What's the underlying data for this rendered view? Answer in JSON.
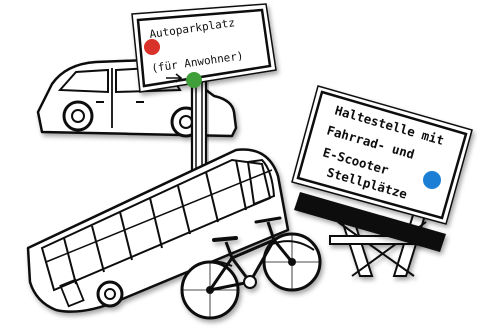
{
  "parking_sign": {
    "line1": "Autoparkplatz",
    "line2": "(für Anwohner)",
    "red_dot_color": "#d9312b",
    "green_dot_color": "#3f9e3a"
  },
  "stop_sign": {
    "line1": "Haltestelle mit",
    "line2": "Fahrrad- und",
    "line3": "E-Scooter",
    "line4": "Stellplätze",
    "blue_dot_color": "#1f7fd6"
  },
  "icons": {
    "car": "car-icon",
    "bus": "bus-icon",
    "bicycle": "bicycle-icon",
    "parking_sign": "signpost-icon",
    "stop_board": "billboard-icon"
  },
  "ink_color": "#111111",
  "paper_color": "#ffffff"
}
